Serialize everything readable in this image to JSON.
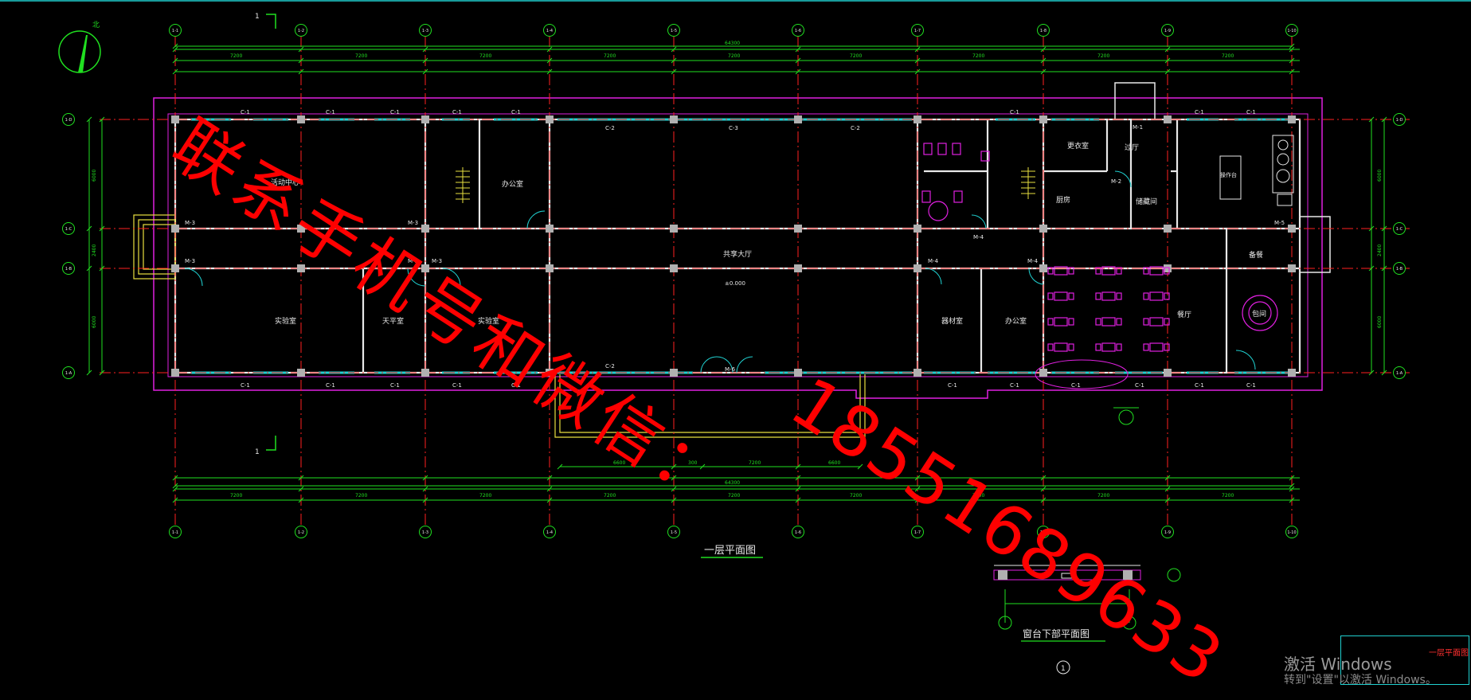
{
  "drawing": {
    "title": "一层平面图",
    "secondary_title": "窗台下部平面图",
    "north": "北",
    "section_mark": "1",
    "detail_mark": "1"
  },
  "axes": {
    "top": [
      "1-1",
      "1-2",
      "1-3",
      "1-4",
      "1-5",
      "1-6",
      "1-7",
      "1-8",
      "1-9",
      "1-10"
    ],
    "bottom": [
      "1-1",
      "1-2",
      "1-3",
      "1-4",
      "1-5",
      "1-6",
      "1-7",
      "1-8",
      "1-9",
      "1-10"
    ],
    "left": [
      "1-D",
      "1-C",
      "1-B",
      "1-A"
    ],
    "right": [
      "1-D",
      "1-C",
      "1-B",
      "1-A"
    ]
  },
  "dimensions": {
    "overall": "64300",
    "top_bays": [
      "7200",
      "7200",
      "7200",
      "7200",
      "7200",
      "7200",
      "7200",
      "7200",
      "7200"
    ],
    "lower_mid": [
      "6600",
      "300",
      "7200",
      "6600"
    ],
    "left_spans": [
      "6000",
      "2400",
      "6000"
    ],
    "right_spans": [
      "6000",
      "2400",
      "6000"
    ]
  },
  "rooms": {
    "r_center": "活动中心",
    "r_office1": "办公室",
    "r_hall": "共享大厅",
    "r_lab1": "实验室",
    "r_prep": "天平室",
    "r_lab2": "实验室",
    "r_supply": "器材室",
    "r_office2": "办公室",
    "r_dressing": "更衣室",
    "r_passage": "过厅",
    "r_kitchen": "厨房",
    "r_storage": "储藏间",
    "r_pantry": "备餐",
    "r_dining": "餐厅",
    "r_vip": "包间",
    "r_counter": "操作台"
  },
  "labels": {
    "window": "C-1",
    "window2": "C-2",
    "window3": "C-3",
    "door1": "M-1",
    "door2": "M-2",
    "door3": "M-3",
    "door4": "M-4",
    "door5": "M-5",
    "door6": "M-6",
    "level": "±0.000"
  },
  "watermark": {
    "line1": "联系手机号和微信：",
    "line2": "18551689633"
  },
  "os_notice": {
    "title": "激活 Windows",
    "subtitle": "转到\"设置\"以激活 Windows。"
  },
  "colors": {
    "axis_line": "#ff2020",
    "wall": "#e8e8e8",
    "dimension": "#20e020",
    "outline": "#e020e0",
    "window": "#20d0d0",
    "column": "#b0b0b0",
    "furniture": "#e020e0",
    "watermark": "#ff0000"
  }
}
